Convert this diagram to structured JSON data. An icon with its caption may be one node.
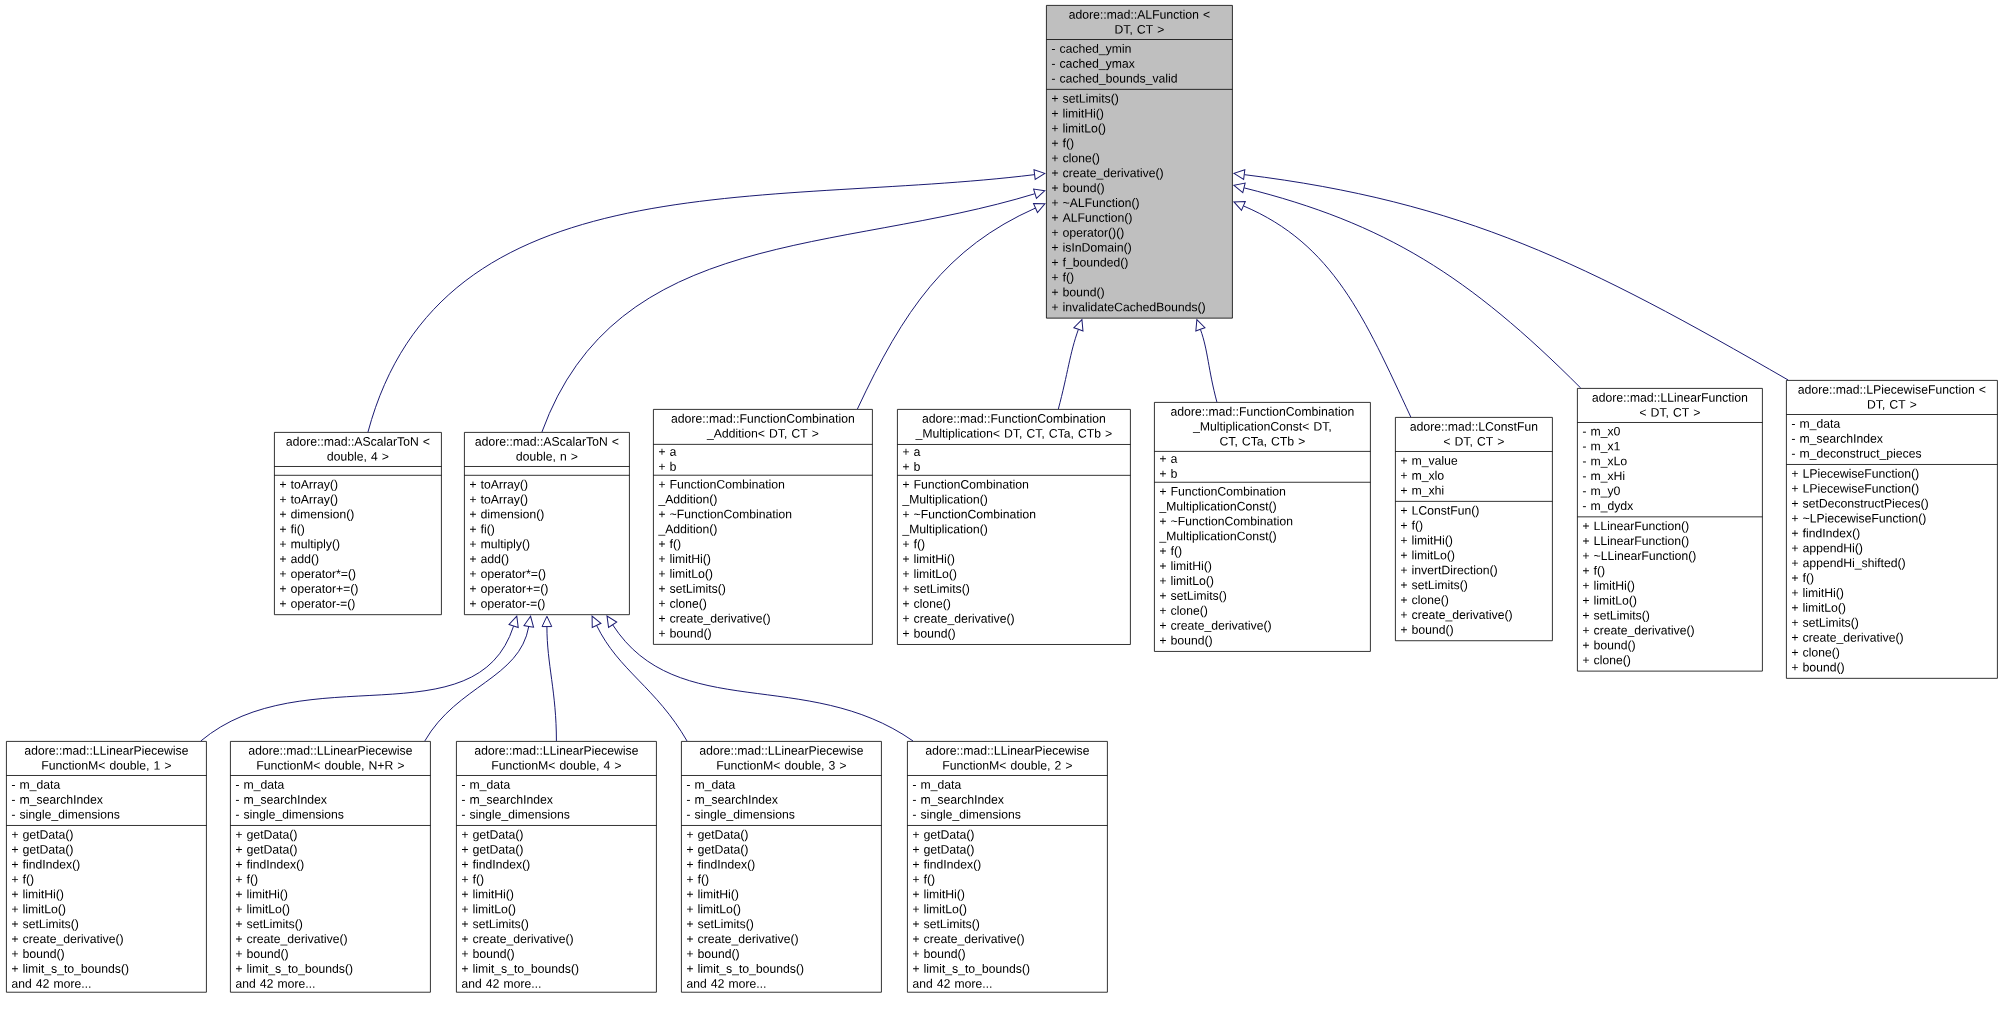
{
  "diagram": {
    "nodes": [
      {
        "text": [
          "adore::mad::ALFunction < DT, CT >",
          "- cached_ymin",
          "- cached_ymax",
          "- cached_bounds_valid",
          "+ setLimits()",
          "+ limitHi()",
          "+ limitLo()",
          "+ f()",
          "+ clone()",
          "+ create_derivative()",
          "+ bound()",
          "+ ~ALFunction()",
          "+ ALFunction()",
          "+ operator()()",
          "+ isInDomain()",
          "+ f_bounded()",
          "+ f()",
          "+ bound()",
          "+ invalidateCachedBounds()"
        ]
      },
      {
        "text": [
          "adore::mad::AScalarToN < double, 4 >",
          "+ toArray()",
          "+ toArray()",
          "+ dimension()",
          "+ fi()",
          "+ multiply()",
          "+ add()",
          "+ operator*=()",
          "+ operator+=()",
          "+ operator-=()"
        ]
      },
      {
        "text": [
          "adore::mad::AScalarToN < double, n >",
          "+ toArray()",
          "+ toArray()",
          "+ dimension()",
          "+ fi()",
          "+ multiply()",
          "+ add()",
          "+ operator*=()",
          "+ operator+=()",
          "+ operator-=()"
        ]
      },
      {
        "text": [
          "adore::mad::FunctionCombination _Addition< DT, CT >",
          "+ a",
          "+ b",
          "+ FunctionCombination _Addition()",
          "+ ~FunctionCombination _Addition()",
          "+ f()",
          "+ limitHi()",
          "+ limitLo()",
          "+ setLimits()",
          "+ clone()",
          "+ create_derivative()",
          "+ bound()"
        ]
      },
      {
        "text": [
          "adore::mad::FunctionCombination _Multiplication< DT, CT, CTa, CTb >",
          "+ a",
          "+ b",
          "+ FunctionCombination _Multiplication()",
          "+ ~FunctionCombination _Multiplication()",
          "+ f()",
          "+ limitHi()",
          "+ limitLo()",
          "+ setLimits()",
          "+ clone()",
          "+ create_derivative()",
          "+ bound()"
        ]
      },
      {
        "text": [
          "adore::mad::FunctionCombination _MultiplicationConst< DT, CT, CTa, CTb >",
          "+ a",
          "+ b",
          "+ FunctionCombination _MultiplicationConst()",
          "+ ~FunctionCombination _MultiplicationConst()",
          "+ f()",
          "+ limitHi()",
          "+ limitLo()",
          "+ setLimits()",
          "+ clone()",
          "+ create_derivative()",
          "+ bound()"
        ]
      },
      {
        "text": [
          "adore::mad::LConstFun < DT, CT >",
          "+ m_value",
          "+ m_xlo",
          "+ m_xhi",
          "+ LConstFun()",
          "+ f()",
          "+ limitHi()",
          "+ limitLo()",
          "+ invertDirection()",
          "+ setLimits()",
          "+ clone()",
          "+ create_derivative()",
          "+ bound()"
        ]
      },
      {
        "text": [
          "adore::mad::LLinearFunction < DT, CT >",
          "- m_x0",
          "- m_x1",
          "- m_xLo",
          "- m_xHi",
          "- m_y0",
          "- m_dydx",
          "+ LLinearFunction()",
          "+ LLinearFunction()",
          "+ ~LLinearFunction()",
          "+ f()",
          "+ limitHi()",
          "+ limitLo()",
          "+ setLimits()",
          "+ create_derivative()",
          "+ bound()",
          "+ clone()"
        ]
      },
      {
        "text": [
          "adore::mad::LPiecewiseFunction < DT, CT >",
          "- m_data",
          "- m_searchIndex",
          "- m_deconstruct_pieces",
          "+ LPiecewiseFunction()",
          "+ LPiecewiseFunction()",
          "+ setDeconstructPieces()",
          "+ ~LPiecewiseFunction()",
          "+ findIndex()",
          "+ appendHi()",
          "+ appendHi_shifted()",
          "+ f()",
          "+ limitHi()",
          "+ limitLo()",
          "+ setLimits()",
          "+ create_derivative()",
          "+ clone()",
          "+ bound()"
        ]
      },
      {
        "text": [
          "adore::mad::LLinearPiecewise FunctionM< double, 1 >",
          "- m_data",
          "- m_searchIndex",
          "- single_dimensions",
          "+ getData()",
          "+ getData()",
          "+ findIndex()",
          "+ f()",
          "+ limitHi()",
          "+ limitLo()",
          "+ setLimits()",
          "+ create_derivative()",
          "+ bound()",
          "+ limit_s_to_bounds()",
          "and 42 more..."
        ]
      },
      {
        "text": [
          "adore::mad::LLinearPiecewise FunctionM< double, N+R >",
          "- m_data",
          "- m_searchIndex",
          "- single_dimensions",
          "+ getData()",
          "+ getData()",
          "+ findIndex()",
          "+ f()",
          "+ limitHi()",
          "+ limitLo()",
          "+ setLimits()",
          "+ create_derivative()",
          "+ bound()",
          "+ limit_s_to_bounds()",
          "and 42 more..."
        ]
      },
      {
        "text": [
          "adore::mad::LLinearPiecewise FunctionM< double, 4 >",
          "- m_data",
          "- m_searchIndex",
          "- single_dimensions",
          "+ getData()",
          "+ getData()",
          "+ findIndex()",
          "+ f()",
          "+ limitHi()",
          "+ limitLo()",
          "+ setLimits()",
          "+ create_derivative()",
          "+ bound()",
          "+ limit_s_to_bounds()",
          "and 42 more..."
        ]
      },
      {
        "text": [
          "adore::mad::LLinearPiecewise FunctionM< double, 3 >",
          "- m_data",
          "- m_searchIndex",
          "- single_dimensions",
          "+ getData()",
          "+ getData()",
          "+ findIndex()",
          "+ f()",
          "+ limitHi()",
          "+ limitLo()",
          "+ setLimits()",
          "+ create_derivative()",
          "+ bound()",
          "+ limit_s_to_bounds()",
          "and 42 more..."
        ]
      },
      {
        "text": [
          "adore::mad::LLinearPiecewise FunctionM< double, 2 >",
          "- m_data",
          "- m_searchIndex",
          "- single_dimensions",
          "+ getData()",
          "+ getData()",
          "+ findIndex()",
          "+ f()",
          "+ limitHi()",
          "+ limitLo()",
          "+ setLimits()",
          "+ create_derivative()",
          "+ bound()",
          "+ limit_s_to_bounds()",
          "and 42 more..."
        ]
      }
    ],
    "edges": [
      {
        "from": 1,
        "to": 0,
        "arrow": "to"
      },
      {
        "from": 2,
        "to": 0,
        "arrow": "to"
      },
      {
        "from": 3,
        "to": 0,
        "arrow": "to"
      },
      {
        "from": 4,
        "to": 0,
        "arrow": "to"
      },
      {
        "from": 5,
        "to": 0,
        "arrow": "to"
      },
      {
        "from": 6,
        "to": 0,
        "arrow": "to"
      },
      {
        "from": 7,
        "to": 0,
        "arrow": "to"
      },
      {
        "from": 8,
        "to": 0,
        "arrow": "to"
      },
      {
        "from": 9,
        "to": 2,
        "arrow": "to"
      },
      {
        "from": 10,
        "to": 2,
        "arrow": "to"
      },
      {
        "from": 11,
        "to": 2,
        "arrow": "to"
      },
      {
        "from": 12,
        "to": 2,
        "arrow": "to"
      },
      {
        "from": 13,
        "to": 2,
        "arrow": "to"
      }
    ]
  }
}
